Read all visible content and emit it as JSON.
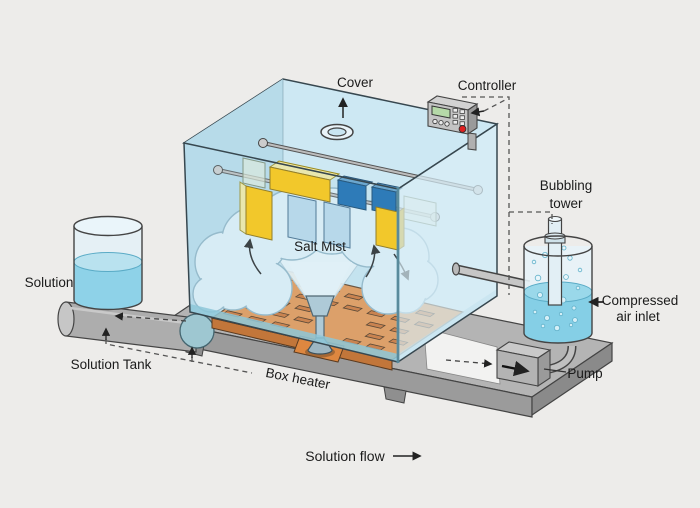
{
  "title": "Salt spray test chamber diagram",
  "labels": {
    "cover": "Cover",
    "controller": "Controller",
    "bubbling_tower_1": "Bubbling",
    "bubbling_tower_2": "tower",
    "salt_mist": "Salt Mist",
    "solution": "Solution",
    "solution_tank": "Solution Tank",
    "box_heater": "Box heater",
    "compressed_1": "Compressed",
    "compressed_2": "air inlet",
    "pump": "Pump",
    "solution_flow": "Solution flow"
  },
  "colors": {
    "background": "#edecea",
    "glass_front": "#c7e4f0",
    "glass_top": "#cde8f3",
    "glass_right": "#d8edf5",
    "glass_edge": "#5e97ab",
    "mist": "#dff0f7",
    "mist_outline": "#8fb4c5",
    "heater_top": "#e5934e",
    "heater_side": "#c2763a",
    "heater_slot": "#cd6f2e",
    "sample_yellow": "#ffc400",
    "sample_yellow_pale": "#f4eaa0",
    "sample_blue": "#1166ac",
    "sample_blue_light": "#5b9bc9",
    "liquid": "#8ed2e8",
    "liquid_light": "#b9e2ef",
    "base_gray": "#b4b4b4",
    "base_gray_dark": "#9b9b9b",
    "pump_gray": "#b3b3b3",
    "lcd_green": "#b5d9a8",
    "button_red": "#e02020",
    "line_dark": "#37474f"
  }
}
